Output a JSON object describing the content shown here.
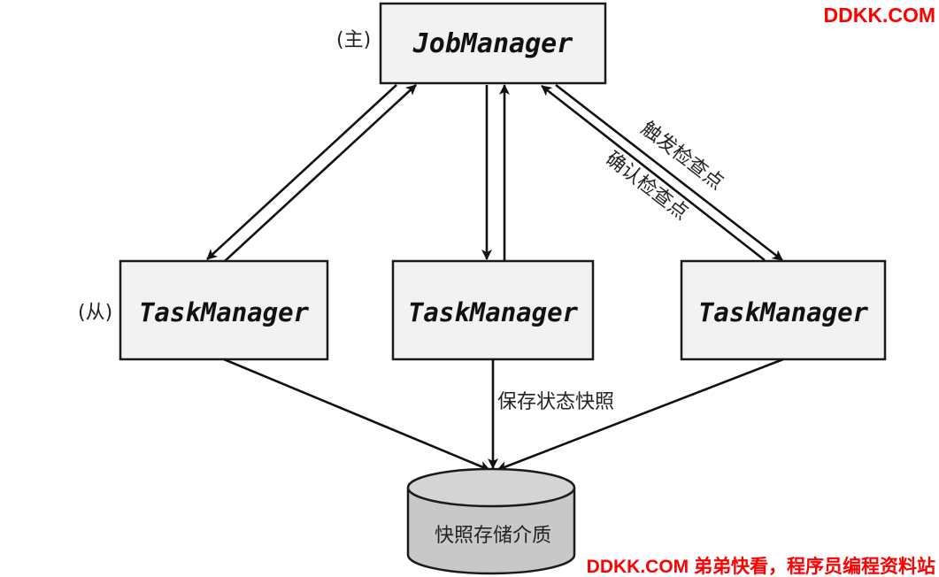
{
  "watermark_top": "DDKK.COM",
  "watermark_bottom": "DDKK.COM 弟弟快看，程序员编程资料站",
  "job_manager": {
    "label": "JobManager",
    "role_note": "(主)"
  },
  "task_managers": [
    {
      "label": "TaskManager",
      "role_note": "(从)"
    },
    {
      "label": "TaskManager"
    },
    {
      "label": "TaskManager"
    }
  ],
  "edge_labels": {
    "trigger_checkpoint": "触发检查点",
    "confirm_checkpoint": "确认检查点",
    "save_snapshot": "保存状态快照"
  },
  "storage": {
    "label": "快照存储介质"
  }
}
